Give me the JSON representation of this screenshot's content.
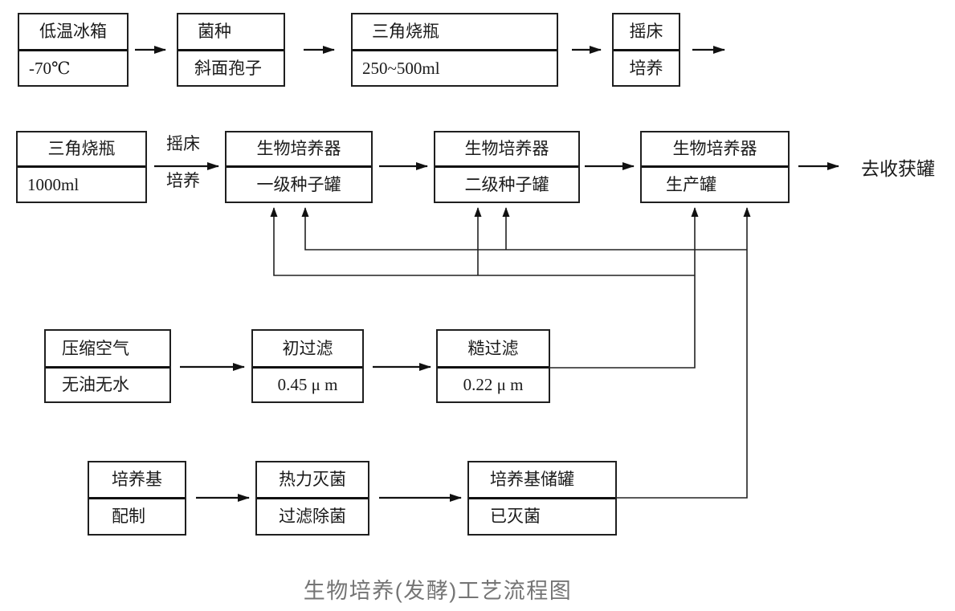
{
  "title": "生物培养(发酵)工艺流程图",
  "nodes": {
    "b1": {
      "top": "低温冰箱",
      "bottom": "-70℃"
    },
    "b2": {
      "top": "菌种",
      "bottom": "斜面孢子"
    },
    "b3": {
      "top": "三角烧瓶",
      "bottom": "250~500ml"
    },
    "b4": {
      "top": "摇床",
      "bottom": "培养"
    },
    "b5": {
      "top": "三角烧瓶",
      "bottom": "1000ml"
    },
    "b6": {
      "top": "生物培养器",
      "bottom": "一级种子罐"
    },
    "b7": {
      "top": "生物培养器",
      "bottom": "二级种子罐"
    },
    "b8": {
      "top": "生物培养器",
      "bottom": "生产罐"
    },
    "b9": {
      "top": "压缩空气",
      "bottom": "无油无水"
    },
    "b10": {
      "top": "初过滤",
      "bottom": "0.45 μ m"
    },
    "b11": {
      "top": "糙过滤",
      "bottom": "0.22 μ m"
    },
    "b12": {
      "top": "培养基",
      "bottom": "配制"
    },
    "b13": {
      "top": "热力灭菌",
      "bottom": "过滤除菌"
    },
    "b14": {
      "top": "培养基储罐",
      "bottom": "已灭菌"
    }
  },
  "labels": {
    "shaker_line1": "摇床",
    "shaker_line2": "培养",
    "to_harvest": "去收获罐"
  },
  "colors": {
    "line": "#1a1a1a",
    "title_text": "#757575",
    "background": "#ffffff"
  }
}
